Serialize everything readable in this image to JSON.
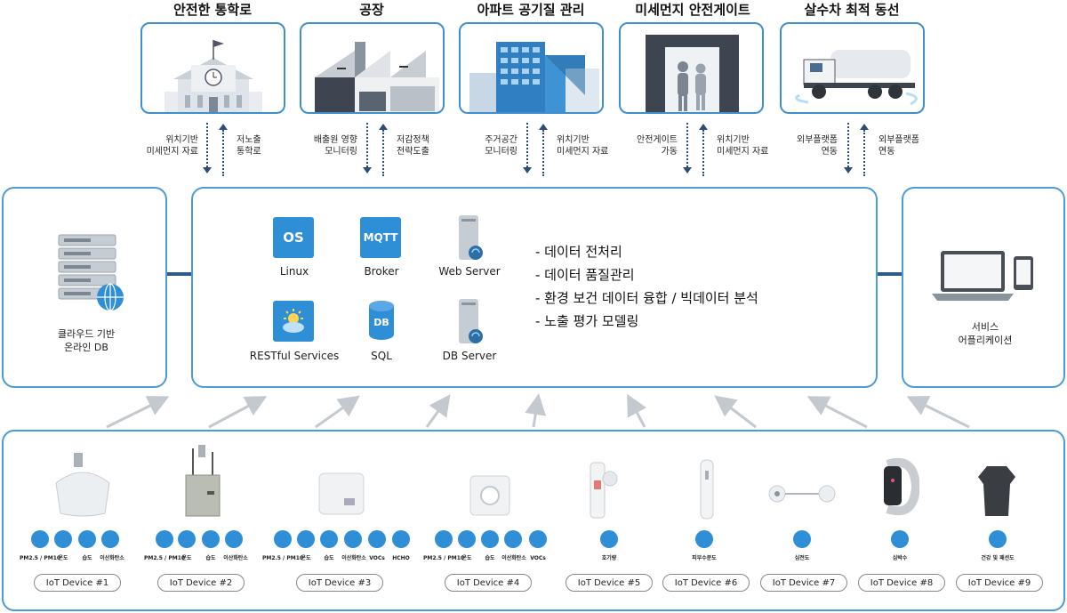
{
  "usecases": [
    {
      "title": "안전한 통학로",
      "left_label": [
        "위치기반",
        "미세먼지 자료"
      ],
      "right_label": [
        "저노출",
        "통학로"
      ]
    },
    {
      "title": "공장",
      "left_label": [
        "배출원 영향",
        "모니터링"
      ],
      "right_label": [
        "저감정책",
        "전략도출"
      ]
    },
    {
      "title": "아파트 공기질 관리",
      "left_label": [
        "주거공간",
        "모니터링"
      ],
      "right_label": [
        "위치기반",
        "미세먼지 자료"
      ]
    },
    {
      "title": "미세먼지 안전게이트",
      "left_label": [
        "안전게이트",
        "가동"
      ],
      "right_label": [
        "위치기반",
        "미세먼지 자료"
      ]
    },
    {
      "title": "살수차 최적 동선",
      "left_label": [
        "외부플랫폼",
        "연동"
      ],
      "right_label": [
        "외부플랫폼",
        "연동"
      ]
    }
  ],
  "cloud_db": {
    "label": [
      "클라우드 기반",
      "온라인 DB"
    ]
  },
  "platform": {
    "tech": [
      {
        "icon": "OS",
        "label": "Linux"
      },
      {
        "icon": "MQTT",
        "label": "Broker"
      },
      {
        "icon": "",
        "label": "Web Server"
      },
      {
        "icon": "",
        "label": "RESTful Services"
      },
      {
        "icon": "DB",
        "label": "SQL"
      },
      {
        "icon": "",
        "label": "DB Server"
      }
    ],
    "features": [
      "- 데이터 전처리",
      "- 데이터 품질관리",
      "- 환경 보건 데이터 융합 / 빅데이터 분석",
      "- 노출 평가 모델링"
    ]
  },
  "service_app": {
    "label": [
      "서비스",
      "어플리케이션"
    ]
  },
  "devices": [
    {
      "name": "IoT Device #1",
      "sensors": [
        "PM2.5 / PM10",
        "온도",
        "습도",
        "이산화탄소"
      ]
    },
    {
      "name": "IoT Device #2",
      "sensors": [
        "PM2.5 / PM10",
        "온도",
        "습도",
        "이산화탄소"
      ]
    },
    {
      "name": "IoT Device #3",
      "sensors": [
        "PM2.5 / PM10",
        "온도",
        "습도",
        "이산화탄소",
        "VOCs",
        "HCHO"
      ]
    },
    {
      "name": "IoT Device #4",
      "sensors": [
        "PM2.5 / PM10",
        "온도",
        "습도",
        "이산화탄소",
        "VOCs"
      ]
    },
    {
      "name": "IoT Device #5",
      "sensors": [
        "호기량"
      ]
    },
    {
      "name": "IoT Device #6",
      "sensors": [
        "피부수분도"
      ]
    },
    {
      "name": "IoT Device #7",
      "sensors": [
        "심전도"
      ]
    },
    {
      "name": "IoT Device #8",
      "sensors": [
        "심박수"
      ]
    },
    {
      "name": "IoT Device #9",
      "sensors": [
        "건강 및 패션도"
      ]
    }
  ],
  "colors": {
    "accent": "#3f8fd0",
    "tile": "#2f8fd6",
    "connector": "#2d5a8c"
  }
}
